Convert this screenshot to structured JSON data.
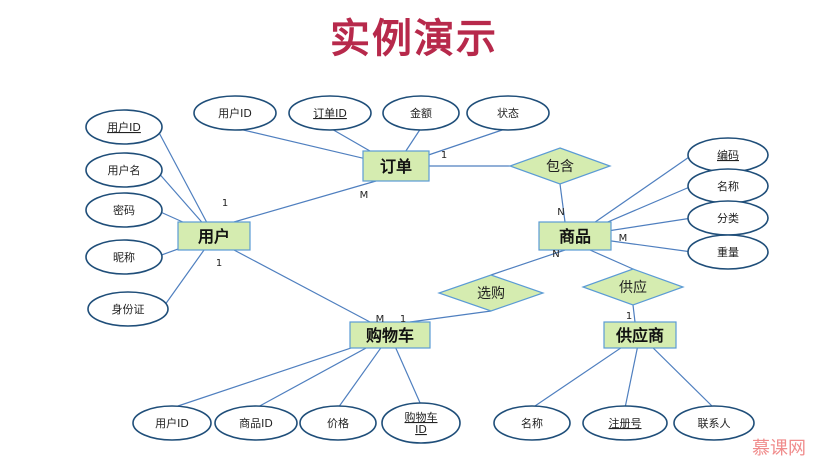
{
  "title": "实例演示",
  "logo_text": "慕课网",
  "colors": {
    "title": "#b7294b",
    "line": "#4f7fbf",
    "entity_fill": "#d5ecb0",
    "entity_stroke": "#5b9bd5",
    "relation_fill": "#d5ecb0",
    "attr_stroke": "#1f4e79"
  },
  "entities": [
    {
      "id": "order",
      "label": "订单"
    },
    {
      "id": "user",
      "label": "用户"
    },
    {
      "id": "product",
      "label": "商品"
    },
    {
      "id": "cart",
      "label": "购物车"
    },
    {
      "id": "supplier",
      "label": "供应商"
    }
  ],
  "relationships": [
    {
      "id": "contain",
      "label": "包含"
    },
    {
      "id": "select",
      "label": "选购"
    },
    {
      "id": "supply",
      "label": "供应"
    }
  ],
  "attributes": [
    {
      "id": "order-user-id",
      "label": "用户ID",
      "key": false
    },
    {
      "id": "order-id",
      "label": "订单ID",
      "key": true
    },
    {
      "id": "order-amount",
      "label": "金额",
      "key": false
    },
    {
      "id": "order-status",
      "label": "状态",
      "key": false
    },
    {
      "id": "user-id",
      "label": "用户ID",
      "key": true
    },
    {
      "id": "user-name",
      "label": "用户名",
      "key": false
    },
    {
      "id": "user-password",
      "label": "密码",
      "key": false
    },
    {
      "id": "user-nickname",
      "label": "昵称",
      "key": false
    },
    {
      "id": "user-idcard",
      "label": "身份证",
      "key": false
    },
    {
      "id": "product-code",
      "label": "编码",
      "key": true
    },
    {
      "id": "product-name",
      "label": "名称",
      "key": false
    },
    {
      "id": "product-category",
      "label": "分类",
      "key": false
    },
    {
      "id": "product-weight",
      "label": "重量",
      "key": false
    },
    {
      "id": "cart-user-id",
      "label": "用户ID",
      "key": false
    },
    {
      "id": "cart-product-id",
      "label": "商品ID",
      "key": false
    },
    {
      "id": "cart-price",
      "label": "价格",
      "key": false
    },
    {
      "id": "cart-id",
      "label": "购物车ID",
      "key": true,
      "lines": [
        "购物车",
        "ID"
      ]
    },
    {
      "id": "supplier-name",
      "label": "名称",
      "key": false
    },
    {
      "id": "supplier-reg",
      "label": "注册号",
      "key": true
    },
    {
      "id": "supplier-contact",
      "label": "联系人",
      "key": false
    }
  ],
  "cardinalities": [
    {
      "id": "order-contain",
      "label": "1"
    },
    {
      "id": "product-contain",
      "label": "N"
    },
    {
      "id": "user-order",
      "label": "1"
    },
    {
      "id": "order-user",
      "label": "M"
    },
    {
      "id": "user-cart",
      "label": "1"
    },
    {
      "id": "cart-user",
      "label": "M"
    },
    {
      "id": "cart-select",
      "label": "1"
    },
    {
      "id": "product-select",
      "label": "N"
    },
    {
      "id": "product-supply",
      "label": "M"
    },
    {
      "id": "supplier-supply",
      "label": "1"
    }
  ]
}
